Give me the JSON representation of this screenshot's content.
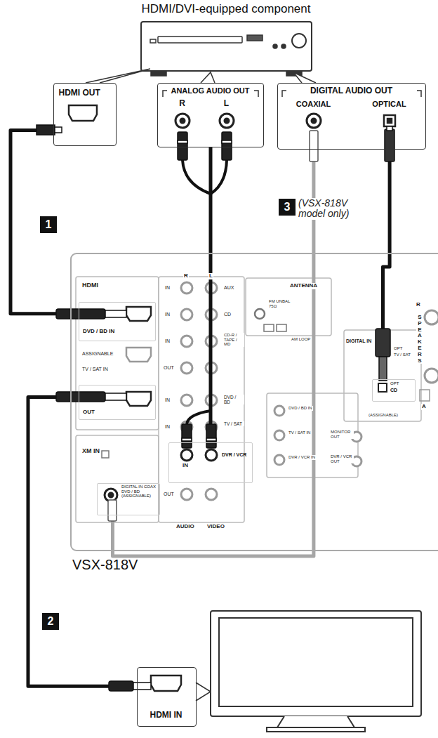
{
  "diagram": {
    "nodes": [
      {
        "text": [
          "HDMI/DVI-equipped component"
        ]
      },
      {
        "text": [
          "HDMI OUT"
        ]
      },
      {
        "text": [
          "ANALOG AUDIO OUT",
          "R",
          "L"
        ]
      },
      {
        "text": [
          "DIGITAL AUDIO OUT",
          "COAXIAL",
          "OPTICAL"
        ]
      },
      {
        "text": [
          "VSX-818V"
        ]
      },
      {
        "text": [
          "DVD / BD IN"
        ],
        "in": 4
      },
      {
        "text": [
          "OUT"
        ],
        "in": 4
      },
      {
        "text": [
          "DVR / VCR"
        ],
        "in": 4
      },
      {
        "text": [
          "DIGITAL IN COAX DVD / BD (ASSIGNABLE)"
        ],
        "in": 4
      },
      {
        "text": [
          "OPT",
          "CD"
        ],
        "in": 4
      },
      {
        "text": [
          "HDMI IN"
        ]
      }
    ],
    "edges": [
      {
        "from": 1,
        "to": 5,
        "arrow": "none"
      },
      {
        "from": 6,
        "to": 10,
        "arrow": "none"
      },
      {
        "from": 2,
        "to": 7,
        "arrow": "none"
      },
      {
        "from": 3,
        "to": 8,
        "arrow": "none"
      },
      {
        "from": 3,
        "to": 9,
        "arrow": "none"
      }
    ],
    "labels": [
      "1",
      "2",
      "3",
      "(VSX-818V model only)",
      "HDMI",
      "ASSIGNABLE",
      "TV / SAT IN",
      "XM IN",
      "R",
      "L",
      "IN",
      "AUX",
      "IN",
      "CD",
      "IN",
      "CD-R / TAPE / MD",
      "OUT",
      "IN",
      "DVD / BD",
      "IN",
      "TV / SAT",
      "IN",
      "OUT",
      "AUDIO",
      "VIDEO",
      "ANTENNA",
      "FM UNBAL 75Ω",
      "AM LOOP",
      "DIGITAL IN",
      "OPT",
      "TV / SAT",
      "(ASSIGNABLE)",
      "DVD / BD IN",
      "TV / SAT IN",
      "DVR / VCR IN",
      "MONITOR OUT",
      "DVR / VCR OUT",
      "R",
      "SPEAKERS",
      "A"
    ]
  }
}
